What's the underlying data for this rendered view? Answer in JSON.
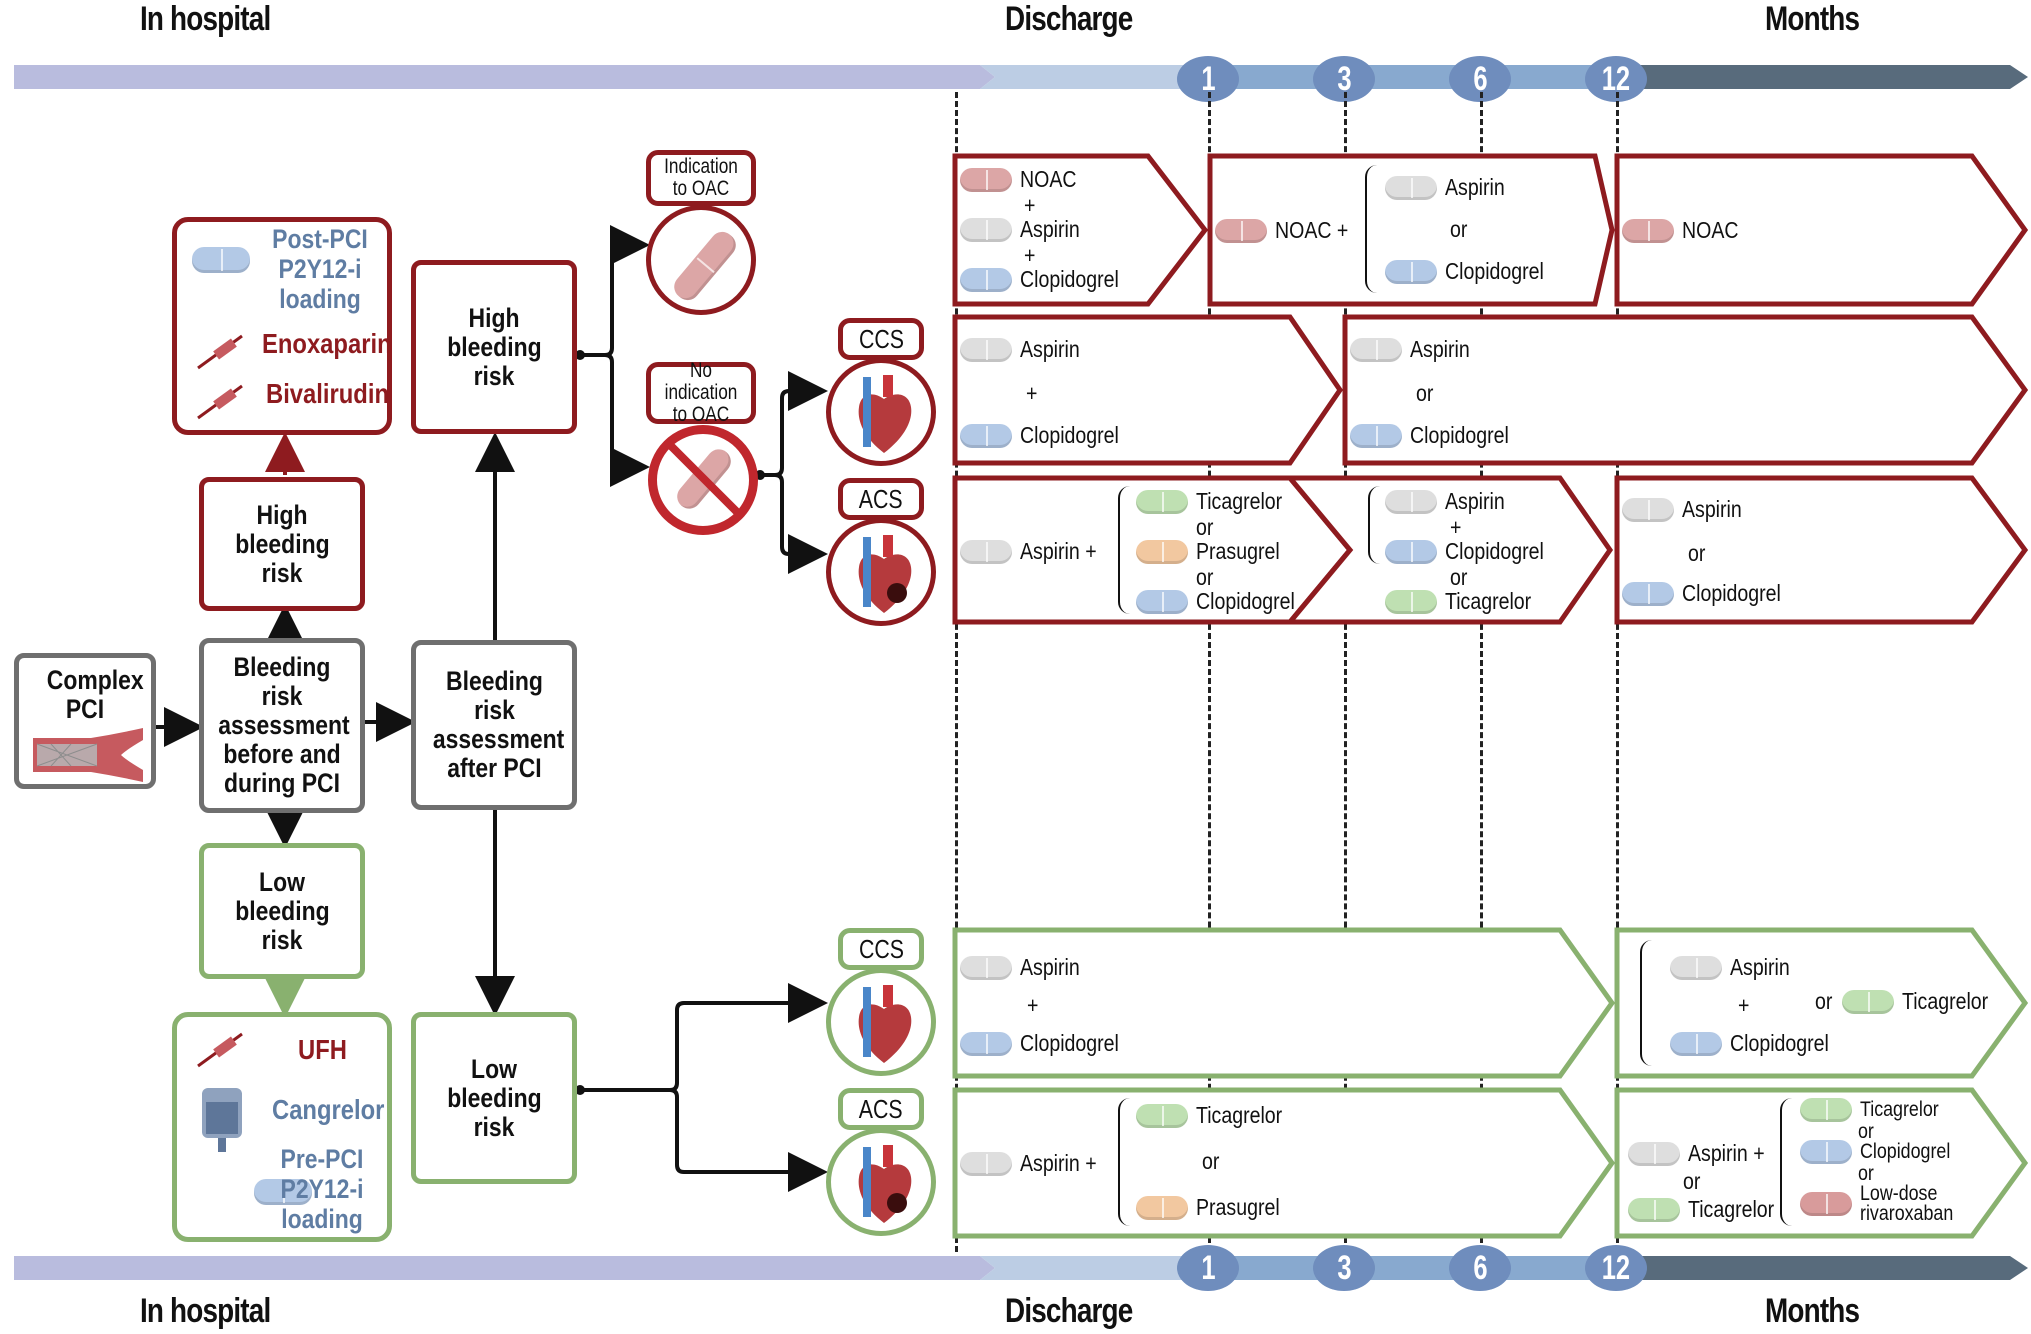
{
  "timeline": {
    "labels": {
      "in_hospital": "In hospital",
      "discharge": "Discharge",
      "months": "Months"
    },
    "milestones": [
      "1",
      "3",
      "6",
      "12"
    ],
    "colors": {
      "hospital": "#b9bcde",
      "discharge": "#bccde4",
      "follow": "#88a9cf",
      "late": "#586b7c",
      "milestone": "#6f8dbd"
    }
  },
  "colors": {
    "high_bleeding": "#8e1b1f",
    "low_bleeding": "#89b16f",
    "neutral": "#6f6f6f"
  },
  "flow": {
    "complex_pci": "Complex PCI",
    "assess_before": "Bleeding risk assessment before and during PCI",
    "assess_after": "Bleeding risk assessment after PCI",
    "high_bleeding_left": "High bleeding risk",
    "low_bleeding_left": "Low bleeding risk",
    "high_bleeding_right": "High bleeding risk",
    "low_bleeding_right": "Low bleeding risk",
    "high_periprocedural": {
      "items": [
        {
          "icon": "pill-icon",
          "label": "Post-PCI P2Y12-i loading",
          "color": "blue"
        },
        {
          "icon": "syringe-icon",
          "label": "Enoxaparin",
          "color": "red"
        },
        {
          "icon": "syringe-icon",
          "label": "Bivalirudin",
          "color": "red"
        }
      ]
    },
    "low_periprocedural": {
      "items": [
        {
          "icon": "syringe-icon",
          "label": "UFH",
          "color": "red"
        },
        {
          "icon": "iv-bag-icon",
          "label": "Cangrelor",
          "color": "blue"
        },
        {
          "icon": "pill-icon",
          "label": "Pre-PCI P2Y12-i loading",
          "color": "blue"
        }
      ]
    },
    "oac_yes": "Indication to OAC",
    "oac_no": "No indication to OAC",
    "ccs": "CCS",
    "acs": "ACS"
  },
  "regimens": {
    "hbr_oac": {
      "seg1": {
        "items": [
          "NOAC",
          "+",
          "Aspirin",
          "+",
          "Clopidogrel"
        ]
      },
      "seg2": {
        "lead": "NOAC +",
        "options": [
          "Aspirin",
          "or",
          "Clopidogrel"
        ]
      },
      "seg3": {
        "items": [
          "NOAC"
        ]
      }
    },
    "hbr_ccs": {
      "seg1": {
        "items": [
          "Aspirin",
          "+",
          "Clopidogrel"
        ]
      },
      "seg2": {
        "items": [
          "Aspirin",
          "or",
          "Clopidogrel"
        ]
      }
    },
    "hbr_acs": {
      "seg1": {
        "lead": "Aspirin +",
        "options": [
          "Ticagrelor",
          "or",
          "Prasugrel",
          "or",
          "Clopidogrel"
        ]
      },
      "seg2": {
        "options": [
          "Aspirin",
          "+",
          "Clopidogrel",
          "or",
          "Ticagrelor"
        ]
      },
      "seg3": {
        "items": [
          "Aspirin",
          "or",
          "Clopidogrel"
        ]
      }
    },
    "lbr_ccs": {
      "seg1": {
        "items": [
          "Aspirin",
          "+",
          "Clopidogrel"
        ]
      },
      "seg2": {
        "items": [
          "Aspirin",
          "+",
          "Clopidogrel"
        ],
        "alt_sep": "or",
        "alt": "Ticagrelor"
      }
    },
    "lbr_acs": {
      "seg1": {
        "lead": "Aspirin +",
        "options": [
          "Ticagrelor",
          "or",
          "Prasugrel"
        ]
      },
      "seg2": {
        "lead": "Aspirin +",
        "lead_or": "or",
        "lead_alt": "Ticagrelor",
        "options": [
          "Ticagrelor",
          "or",
          "Clopidogrel",
          "or",
          "Low-dose rivaroxaban"
        ]
      }
    }
  }
}
